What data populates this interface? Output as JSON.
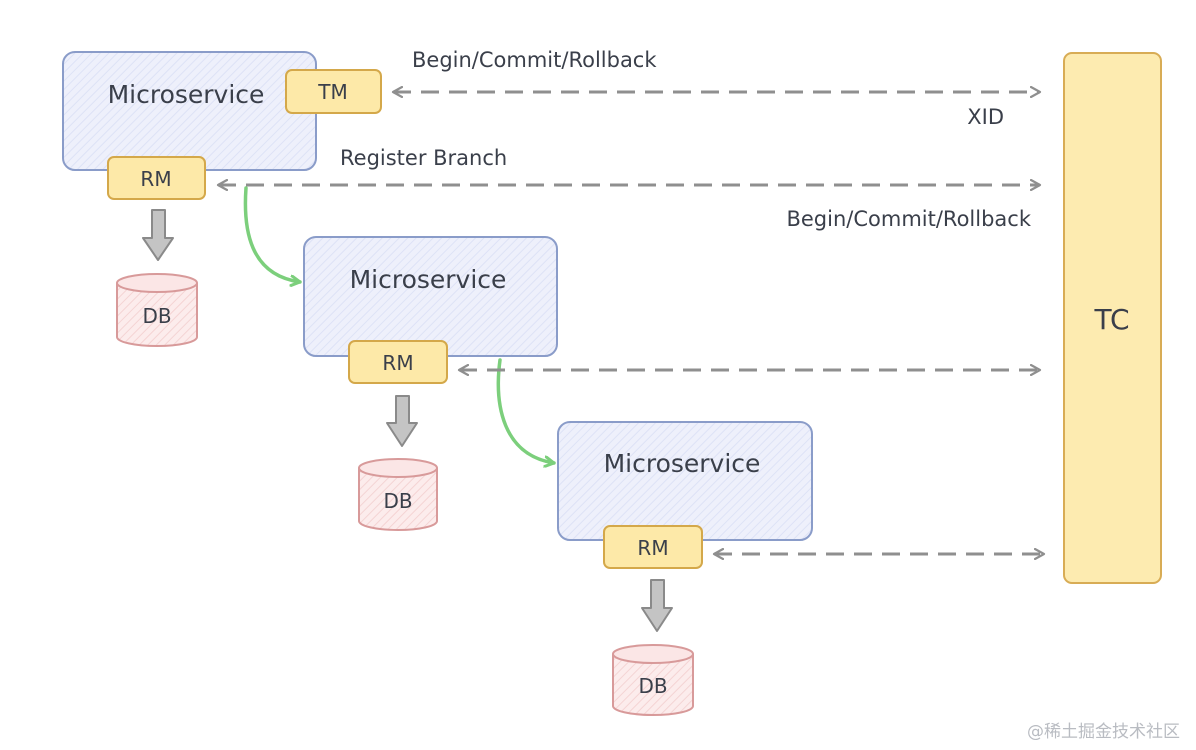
{
  "nodes": {
    "microservice_1": "Microservice",
    "microservice_2": "Microservice",
    "microservice_3": "Microservice",
    "tm": "TM",
    "rm_1": "RM",
    "rm_2": "RM",
    "rm_3": "RM",
    "db_1": "DB",
    "db_2": "DB",
    "db_3": "DB",
    "tc": "TC"
  },
  "edges": {
    "tm_tc_label": "Begin/Commit/Rollback",
    "xid_label": "XID",
    "register_label": "Register Branch",
    "rm_tc_label": "Begin/Commit/Rollback"
  },
  "watermark": "@稀土掘金技术社区",
  "colors": {
    "microservice_fill": "#eef0fb",
    "microservice_stroke": "#8a9cc9",
    "tm_rm_fill": "#fde9a8",
    "tm_rm_stroke": "#d4a84a",
    "tc_fill": "#fdebb0",
    "tc_stroke": "#d8ac55",
    "db_fill": "#fbe6e6",
    "db_stroke": "#d89a9a",
    "dashed_arrow": "#8f8f8f",
    "call_arrow": "#7ccf7c",
    "db_arrow_fill": "#c4c4c4",
    "db_arrow_stroke": "#8a8a8a"
  }
}
